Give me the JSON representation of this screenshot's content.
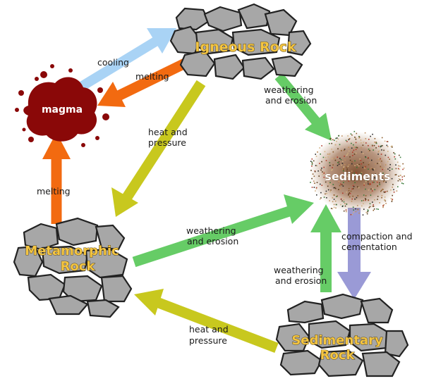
{
  "nodes": {
    "igneous": "Igneous Rock",
    "magma": "magma",
    "sediments": "sediments",
    "metamorphic_line1": "Metamorphic",
    "metamorphic_line2": "Rock",
    "sedimentary_line1": "Sedimentary",
    "sedimentary_line2": "Rock"
  },
  "edges": {
    "cooling": "cooling",
    "melting_top": "melting",
    "melting_left": "melting",
    "ig_sed_1": "weathering",
    "ig_sed_2": "and erosion",
    "ig_meta_1": "heat and",
    "ig_meta_2": "pressure",
    "meta_sed_1": "weathering",
    "meta_sed_2": "and erosion",
    "compaction_1": "compaction and",
    "compaction_2": "cementation",
    "sedrock_sed_1": "weathering",
    "sedrock_sed_2": "and erosion",
    "sedrock_meta_1": "heat and",
    "sedrock_meta_2": "pressure"
  },
  "colors": {
    "cooling_arrow": "#a9d3f5",
    "melting_arrow": "#f26a10",
    "weathering_arrow": "#66cc66",
    "heat_pressure_arrow": "#c8c81e",
    "compaction_arrow": "#9a9ad6",
    "rock": "#a7a7a7",
    "magma": "#8a0808"
  }
}
